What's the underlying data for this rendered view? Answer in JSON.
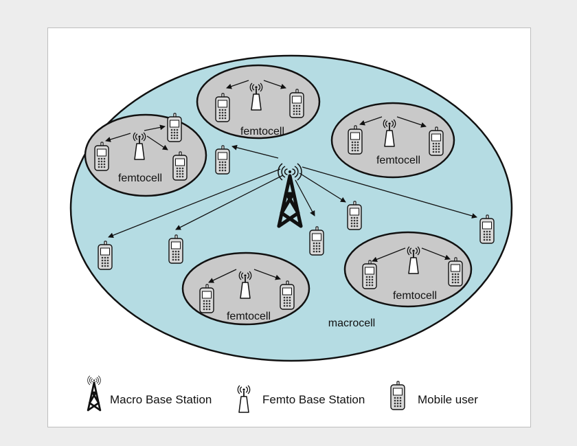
{
  "diagram": {
    "macrocell_label": "macrocell",
    "femtocell_label": "femtocell",
    "colors": {
      "page_background": "#ededed",
      "panel": "#ffffff",
      "macrocell_fill": "#b5dce3",
      "femtocell_fill": "#c9c9c9",
      "outline": "#111111"
    }
  },
  "legend": {
    "macro_label": "Macro Base Station",
    "femto_label": "Femto Base Station",
    "mobile_label": "Mobile user"
  }
}
